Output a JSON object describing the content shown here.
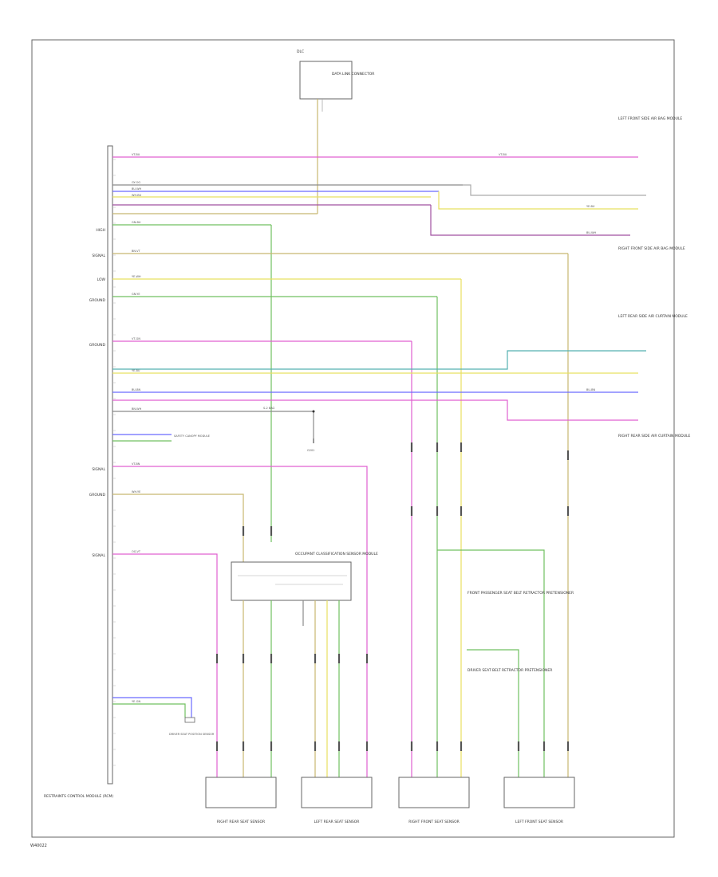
{
  "diagram_id": "W40022",
  "module": {
    "name": "RESTRAINTS CONTROL MODULE (RCM)",
    "pins": [
      "HIGH",
      "LOW",
      "SIGNAL",
      "GROUND",
      "SIGNAL",
      "GROUND",
      "SIGNAL",
      "GROUND"
    ]
  },
  "top_connector": {
    "name": "DLC",
    "note": "DATA LINK CONNECTOR"
  },
  "splice": "S-2 BAG",
  "ground": "G201",
  "right_components": [
    "LEFT FRONT SIDE AIR BAG MODULE",
    "RIGHT FRONT SIDE AIR BAG MODULE",
    "LEFT REAR SIDE AIR CURTAIN MODULE",
    "RIGHT REAR SIDE AIR CURTAIN MODULE"
  ],
  "center_module": "OCCUPANT CLASSIFICATION SENSOR MODULE",
  "front_notes": [
    "FRONT PASSENGER SEAT BELT RETRACTOR PRETENSIONER",
    "DRIVER SEAT BELT RETRACTOR PRETENSIONER"
  ],
  "small_components": [
    "SAFETY CANOPY MODULE",
    "DRIVER SEAT POSITION SENSOR"
  ],
  "sensors": [
    "RIGHT REAR SEAT SENSOR",
    "LEFT REAR SEAT SENSOR",
    "RIGHT FRONT SEAT SENSOR",
    "LEFT FRONT SEAT SENSOR"
  ],
  "wire_codes": [
    "VT-BU",
    "GY-OG",
    "BU-WH",
    "WH-BU",
    "GN-BU",
    "YE-WH",
    "BN-VT",
    "VT-GN",
    "GN-YE",
    "BU-BN",
    "YE-BU",
    "VT-BN",
    "WH-YE",
    "BN-WH",
    "OG-VT",
    "YE-GN"
  ],
  "colors": {
    "pink": "#e060d0",
    "blue": "#6b6bff",
    "yellow": "#e8e060",
    "green": "#70c060",
    "tan": "#c8b870",
    "teal": "#55b0b0",
    "purple": "#a050a0",
    "gray": "#8a8a8a"
  }
}
